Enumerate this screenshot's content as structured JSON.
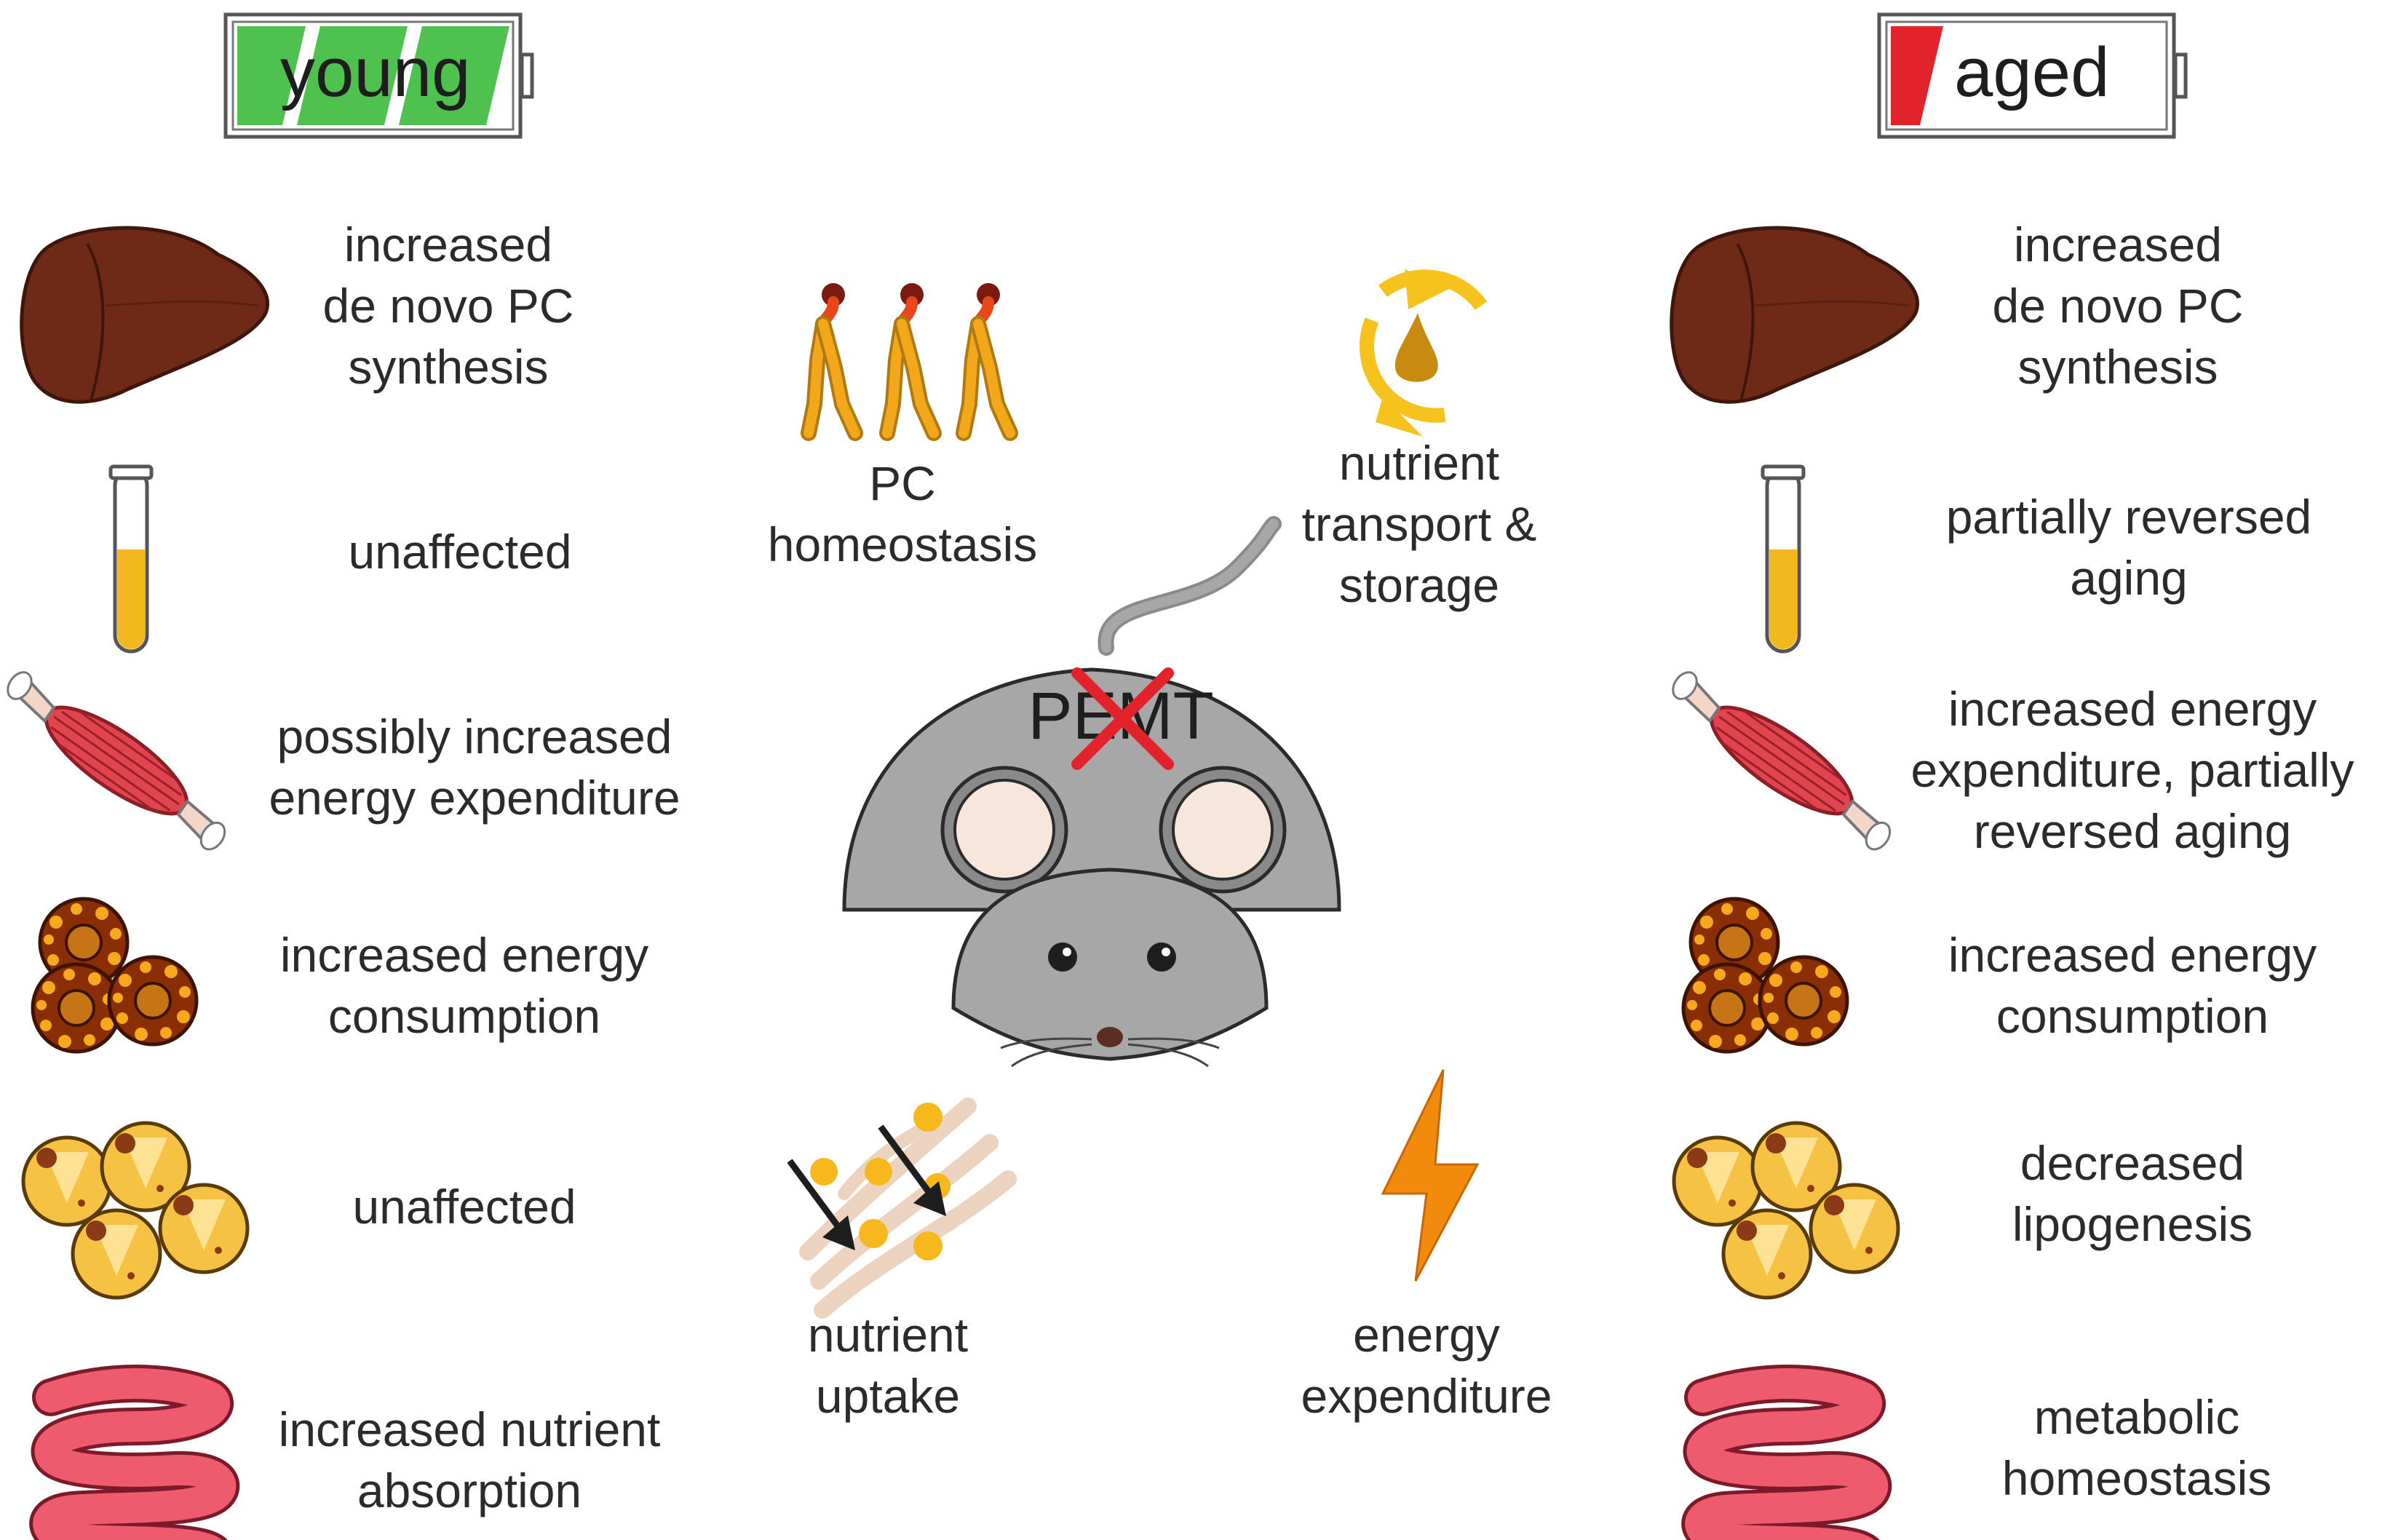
{
  "batteries": {
    "young": {
      "label": "young",
      "fill_color": "#4fc14f"
    },
    "aged": {
      "label": "aged",
      "fill_color": "#e3232b"
    }
  },
  "left_column": [
    {
      "icon": "liver-icon",
      "lines": [
        "increased",
        "de novo PC",
        "synthesis"
      ]
    },
    {
      "icon": "blood-tube-icon",
      "lines": [
        "unaffected"
      ]
    },
    {
      "icon": "muscle-icon",
      "lines": [
        "possibly increased",
        "energy expenditure"
      ]
    },
    {
      "icon": "brown-fat-icon",
      "lines": [
        "increased energy",
        "consumption"
      ]
    },
    {
      "icon": "white-fat-icon",
      "lines": [
        "unaffected"
      ]
    },
    {
      "icon": "intestine-icon",
      "lines": [
        "increased nutrient",
        "absorption"
      ]
    }
  ],
  "right_column": [
    {
      "icon": "liver-icon",
      "lines": [
        "increased",
        "de novo PC",
        "synthesis"
      ]
    },
    {
      "icon": "blood-tube-icon",
      "lines": [
        "partially reversed",
        "aging"
      ]
    },
    {
      "icon": "muscle-icon",
      "lines": [
        "increased energy",
        "expenditure, partially",
        "reversed aging"
      ]
    },
    {
      "icon": "brown-fat-icon",
      "lines": [
        "increased energy",
        "consumption"
      ]
    },
    {
      "icon": "white-fat-icon",
      "lines": [
        "decreased",
        "lipogenesis"
      ]
    },
    {
      "icon": "intestine-icon",
      "lines": [
        "metabolic",
        "homeostasis"
      ]
    }
  ],
  "center": {
    "pc_homeostasis": {
      "icon": "phospholipid-icon",
      "lines": [
        "PC",
        "homeostasis"
      ]
    },
    "nutrient_transport": {
      "icon": "recycle-droplet-icon",
      "lines": [
        "nutrient",
        "transport &",
        "storage"
      ]
    },
    "nutrient_uptake": {
      "icon": "nutrient-uptake-icon",
      "lines": [
        "nutrient",
        "uptake"
      ]
    },
    "energy_expenditure": {
      "icon": "lightning-icon",
      "lines": [
        "energy",
        "expenditure"
      ]
    },
    "mouse": {
      "icon": "mouse-icon",
      "gene_label": "PEMT",
      "knockout_mark": "cross-icon"
    }
  },
  "colors": {
    "liver": "#6e2a17",
    "tube_fill": "#f2b81e",
    "muscle": "#e0454f",
    "brown_fat": "#8a2e06",
    "white_fat": "#f6c243",
    "intestine": "#ee5a6e",
    "phospholipid": "#f2a81a",
    "recycle": "#f6c21e",
    "lightning": "#f28a0e",
    "mouse_body": "#a7a7a7",
    "cross": "#e2232b"
  }
}
